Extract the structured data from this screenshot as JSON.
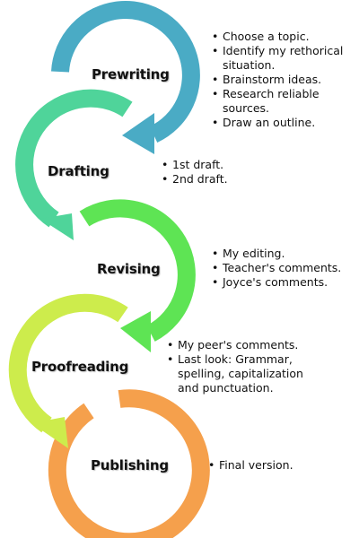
{
  "stages": [
    {
      "name": "Prewriting",
      "color": "#4aabc5",
      "items": [
        "Choose a topic.",
        "Identify my rethorical situation.",
        "Brainstorm ideas.",
        "Research reliable sources.",
        "Draw an outline."
      ]
    },
    {
      "name": "Drafting",
      "color": "#4fd49a",
      "items": [
        "1st draft.",
        "2nd draft."
      ]
    },
    {
      "name": "Revising",
      "color": "#5ee454",
      "items": [
        "My editing.",
        "Teacher's comments.",
        "Joyce's comments."
      ]
    },
    {
      "name": "Proofreading",
      "color": "#cdec4c",
      "items": [
        "My peer's comments.",
        "Last look: Grammar, spelling, capitalization and punctuation."
      ]
    },
    {
      "name": "Publishing",
      "color": "#f5a04c",
      "items": [
        "Final version."
      ]
    }
  ]
}
